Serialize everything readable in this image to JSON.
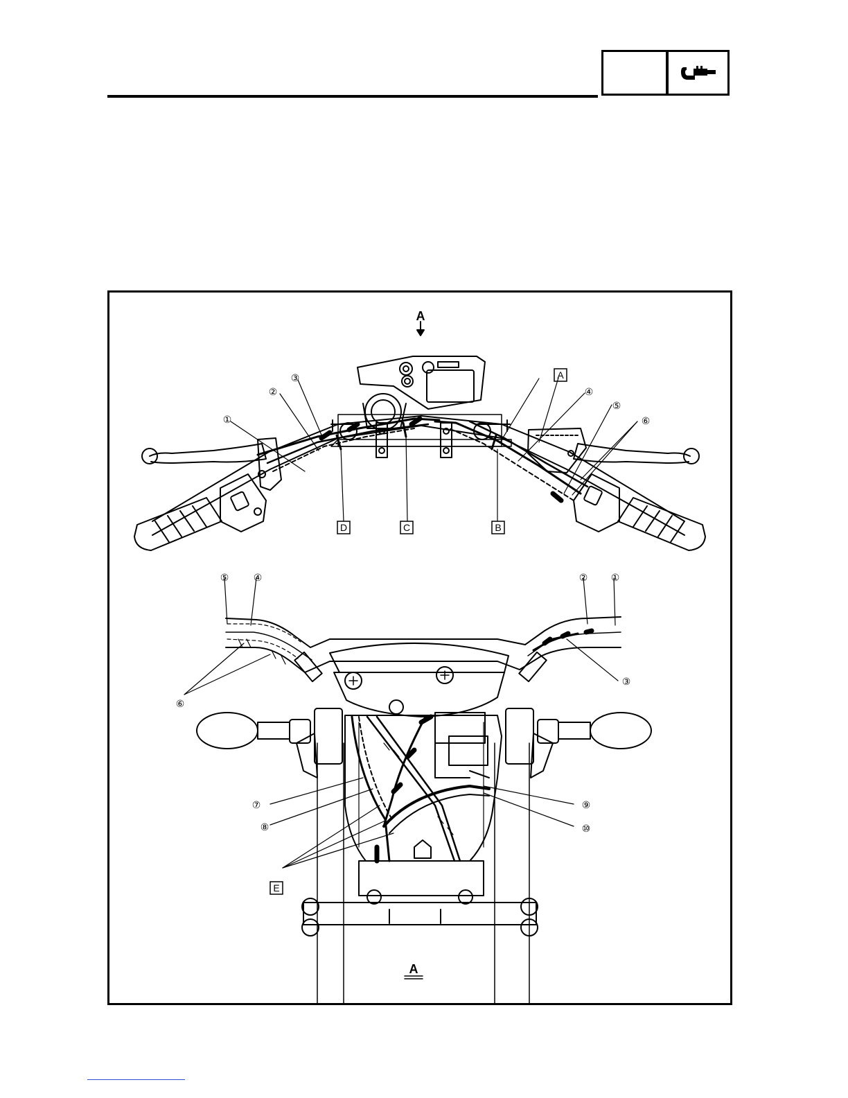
{
  "header": {
    "section_box_text": "",
    "icon": "caliper-icon"
  },
  "figure": {
    "view_arrow_label": "A",
    "view_caption": "A",
    "top_view_callouts": [
      "①",
      "②",
      "③",
      "④",
      "⑤",
      "⑥"
    ],
    "top_view_letters": [
      "A",
      "B",
      "C",
      "D"
    ],
    "bottom_view_callouts_top": [
      "⑤",
      "④",
      "②",
      "①"
    ],
    "bottom_view_callouts_side": [
      "⑥",
      "③",
      "⑦",
      "⑧",
      "⑨",
      "⑩"
    ],
    "bottom_view_letter": "E"
  }
}
